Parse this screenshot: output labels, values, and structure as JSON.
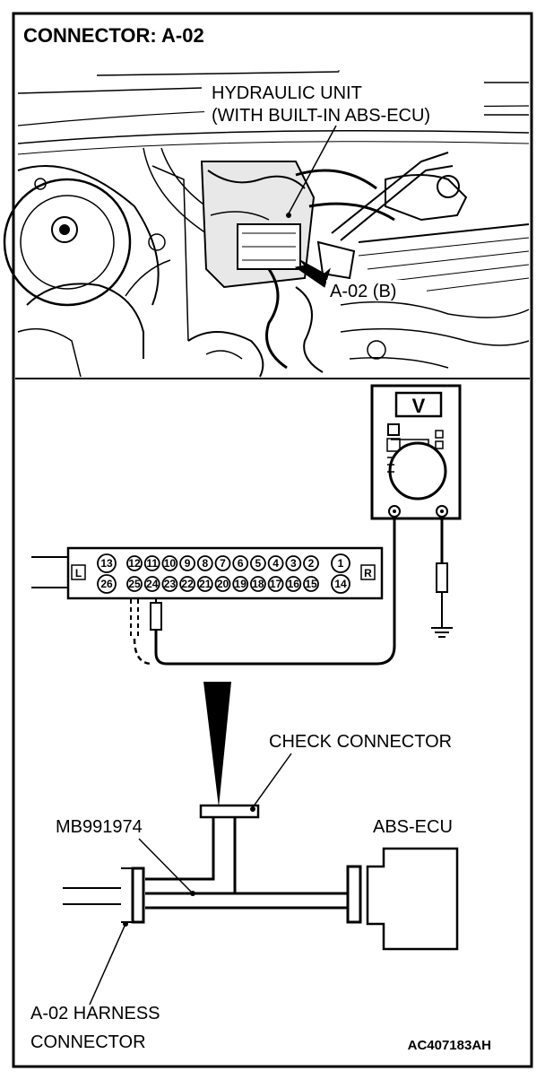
{
  "title": "CONNECTOR: A-02",
  "labels": {
    "hydraulic_unit_line1": "HYDRAULIC UNIT",
    "hydraulic_unit_line2": "(WITH BUILT-IN ABS-ECU)",
    "connector_callout": "A-02 (B)",
    "meter_symbol": "V",
    "check_connector": "CHECK CONNECTOR",
    "tool": "MB991974",
    "abs_ecu": "ABS-ECU",
    "harness_line1": "A-02 HARNESS",
    "harness_line2": "CONNECTOR",
    "figure_id": "AC407183AH"
  },
  "connector": {
    "left_tag": "L",
    "right_tag": "R",
    "row_top": [
      "13",
      "12",
      "11",
      "10",
      "9",
      "8",
      "7",
      "6",
      "5",
      "4",
      "3",
      "2",
      "1"
    ],
    "row_bottom": [
      "26",
      "25",
      "24",
      "23",
      "22",
      "21",
      "20",
      "19",
      "18",
      "17",
      "16",
      "15",
      "14"
    ]
  }
}
